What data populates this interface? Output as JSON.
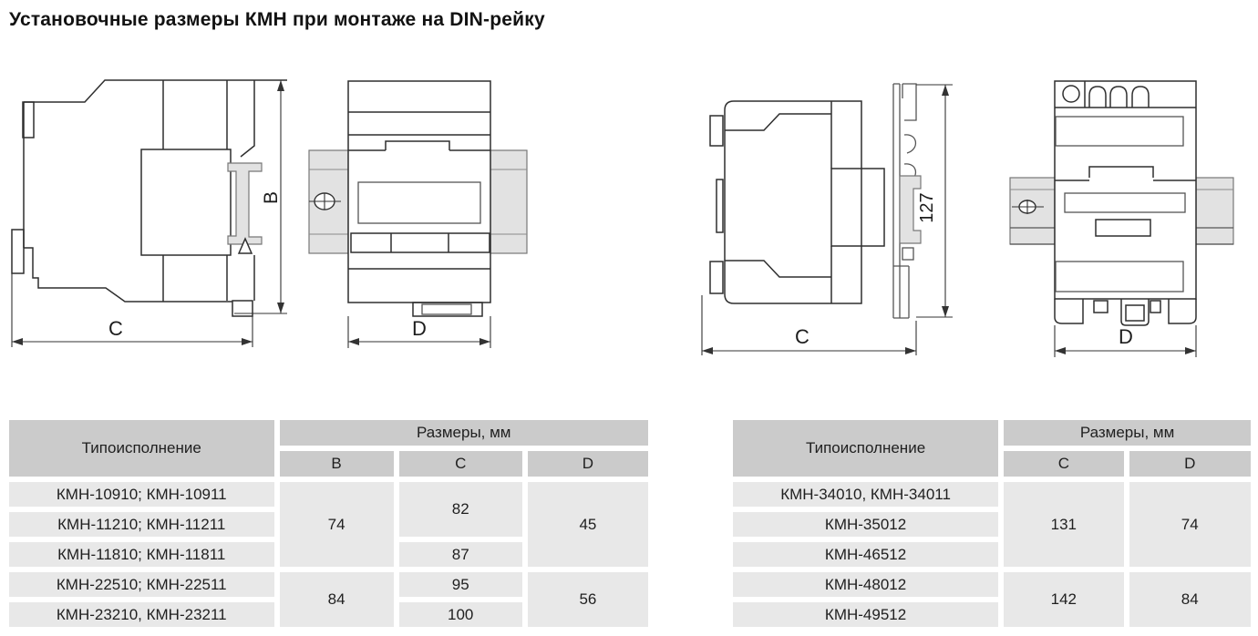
{
  "title": "Установочные размеры КМН при монтаже на DIN-рейку",
  "drawings": {
    "small_side": {
      "height_label": "B",
      "depth_label": "C"
    },
    "small_front": {
      "width_label": "D"
    },
    "large_side": {
      "height_label": "127",
      "depth_label": "C"
    },
    "large_front": {
      "width_label": "D"
    }
  },
  "tables": {
    "left": {
      "type_header": "Типоисполнение",
      "sizes_header": "Размеры, мм",
      "columns": [
        "B",
        "C",
        "D"
      ],
      "rows": [
        "КМН-10910; КМН-10911",
        "КМН-11210; КМН-11211",
        "КМН-11810; КМН-11811",
        "КМН-22510; КМН-22511",
        "КМН-23210, КМН-23211"
      ],
      "values": {
        "b_rows_1_3": "74",
        "c_rows_1_2": "82",
        "c_row_3": "87",
        "d_rows_1_3": "45",
        "b_rows_4_5": "84",
        "c_row_4": "95",
        "c_row_5": "100",
        "d_rows_4_5": "56"
      }
    },
    "right": {
      "type_header": "Типоисполнение",
      "sizes_header": "Размеры, мм",
      "columns": [
        "C",
        "D"
      ],
      "rows": [
        "КМН-34010, КМН-34011",
        "КМН-35012",
        "КМН-46512",
        "КМН-48012",
        "КМН-49512"
      ],
      "values": {
        "c_rows_1_3": "131",
        "d_rows_1_3": "74",
        "c_rows_4_5": "142",
        "d_rows_4_5": "84"
      }
    }
  },
  "colors": {
    "header_cell": "#cbcbcb",
    "data_cell": "#e8e8e8",
    "rail_fill": "#e2e2e2",
    "line": "#2f2f2f"
  }
}
